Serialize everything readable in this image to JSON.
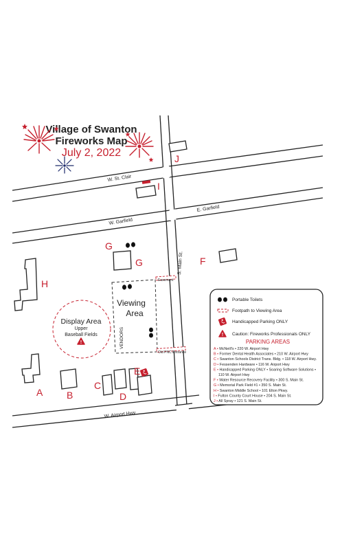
{
  "title": {
    "line1": "Village of Swanton",
    "line2": "Fireworks Map",
    "date": "July 2, 2022"
  },
  "streets": {
    "st_clair": "W. St. Clair",
    "w_garfield": "W. Garfield",
    "e_garfield": "E. Garfield",
    "s_main": "S. Main St.",
    "w_airport": "W. Airport Hwy"
  },
  "areas": {
    "viewing_line1": "Viewing",
    "viewing_line2": "Area",
    "display_line1": "Display Area",
    "display_line2": "Upper",
    "display_line3": "Baseball Fields",
    "vendors": "VENDORS",
    "easement": "Easement",
    "old_pnc": "Old PNC Entrance"
  },
  "lot_letters": {
    "A": "A",
    "B": "B",
    "C": "C",
    "D": "D",
    "E": "E",
    "F": "F",
    "G1": "G",
    "G2": "G",
    "H": "H",
    "I": "I",
    "J": "J"
  },
  "legend": {
    "toilets": "Portable Toilets",
    "footpath": "Footpath to Viewing Area",
    "handicap": "Handicapped Parking ONLY",
    "caution": "Caution: Fireworks Professionals ONLY",
    "parking_title": "PARKING AREAS",
    "parking": [
      {
        "letter": "A",
        "text": "McNeill's • 220 W. Airport Hwy"
      },
      {
        "letter": "B",
        "text": "Former Dental Health Associates • 210 W. Airport Hwy"
      },
      {
        "letter": "C",
        "text": "Swanton Schools District Trans. Bldg. • 118 W. Airport Hwy."
      },
      {
        "letter": "D",
        "text": "Fessenden Hardware • 116 W. Airport Hwy"
      },
      {
        "letter": "E",
        "text": "Handicapped Parking ONLY • Soaring Software Solutions •"
      },
      {
        "letter": "",
        "text": "110 W. Airport Hwy"
      },
      {
        "letter": "F",
        "text": "Water Resource Recovery Facility • 300 S. Main St."
      },
      {
        "letter": "G",
        "text": "Memorial Park Field #1 • 350 S. Main St."
      },
      {
        "letter": "H",
        "text": "Swanton Middle School • 101 Elton Pkwy."
      },
      {
        "letter": "I",
        "text": "Fulton County Court House • 204 S. Main St."
      },
      {
        "letter": "J",
        "text": "All Spray • 121 S. Main St."
      }
    ]
  },
  "colors": {
    "accent_red": "#c6202e",
    "navy": "#1d2a6b",
    "ink": "#222222"
  },
  "icons": [
    "firework-burst-icon",
    "toilet-icon",
    "handicap-icon",
    "caution-icon"
  ]
}
